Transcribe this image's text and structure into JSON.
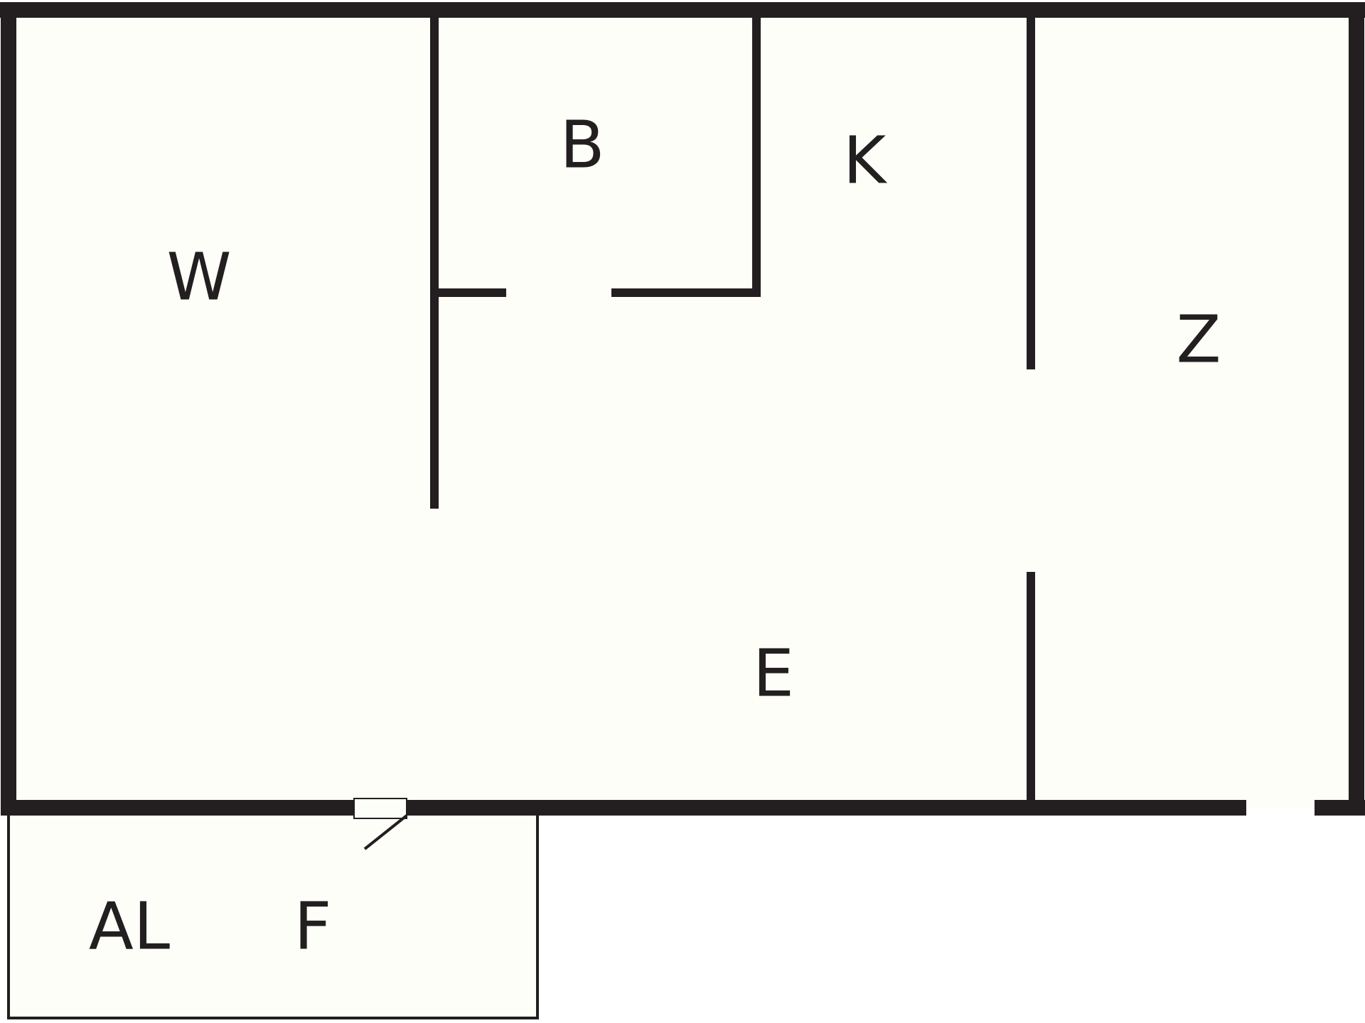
{
  "plan": {
    "floor_color": "#fdfef8",
    "wall_color": "#231f20",
    "background_color": "#ffffff"
  },
  "rooms": {
    "w": "W",
    "b": "B",
    "k": "K",
    "z": "Z",
    "e": "E",
    "al": "AL",
    "f": "F"
  }
}
